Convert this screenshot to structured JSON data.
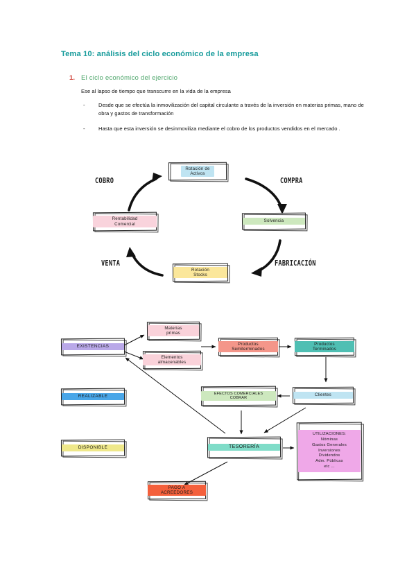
{
  "document": {
    "title": "Tema 10: análisis del ciclo económico de la empresa",
    "title_color": "#179B9B",
    "section_number": "1.",
    "section_number_color": "#D0443C",
    "section_heading": "El ciclo económico del ejercicio",
    "section_heading_color": "#4EA66B",
    "lead": "Ese al lapso de tiempo que transcurre en la vida de la empresa",
    "bullets": [
      {
        "marker": "-",
        "text": "Desde que se efectúa la inmovilización del capital circulante a través de la inversión en materias primas, mano de obra y gastos de transformación"
      },
      {
        "marker": "-",
        "text": "Hasta que esta inversión se desinmoviliza mediante el cobro de los productos vendidos en el mercado ."
      }
    ]
  },
  "cycle_diagram": {
    "nodes": [
      {
        "id": "rotacion-activos",
        "label": "Rotación de\nActivos",
        "color": "#BFE4F2"
      },
      {
        "id": "solvencia",
        "label": "Solvencia",
        "color": "#CDE8BE"
      },
      {
        "id": "rotacion-stocks",
        "label": "Rotación\nStocks",
        "color": "#FBE79B"
      },
      {
        "id": "rentabilidad-comercial",
        "label": "Rentabilidad\nComercial",
        "color": "#F9D3DC"
      }
    ],
    "arrow_labels": [
      {
        "id": "cobro",
        "text": "COBRO"
      },
      {
        "id": "compra",
        "text": "COMPRA"
      },
      {
        "id": "fabricacion",
        "text": "FABRICACIÓN"
      },
      {
        "id": "venta",
        "text": "VENTA"
      }
    ]
  },
  "flow_diagram": {
    "nodes": [
      {
        "id": "existencias",
        "label": "EXISTENCIAS",
        "color": "#B9A8E8"
      },
      {
        "id": "materias-primas",
        "label": "Materias\nprimas",
        "color": "#FAD2DA"
      },
      {
        "id": "elementos-almacenables",
        "label": "Elementos\nalmacenables",
        "color": "#FAD2DA"
      },
      {
        "id": "productos-semiterminados",
        "label": "Productos\nSemiterminados",
        "color": "#F4968A"
      },
      {
        "id": "productos-terminados",
        "label": "Productos\nTerminados",
        "color": "#4FBFB3"
      },
      {
        "id": "realizable",
        "label": "REALIZABLE",
        "color": "#49A6E8"
      },
      {
        "id": "efectos-comerciales",
        "label": "EFECTOS COMERCIALES\nCOBRAR",
        "color": "#CDE8BE"
      },
      {
        "id": "clientes",
        "label": "Clientes",
        "color": "#BFE4F2"
      },
      {
        "id": "disponible",
        "label": "DISPONIBLE",
        "color": "#EFE88A"
      },
      {
        "id": "tesoreria",
        "label": "TESORERÍA",
        "color": "#7FDCC8"
      },
      {
        "id": "utilizaciones",
        "label": "UTILIZACIONES:\nNóminas\nGastos Generales\nInversiones\nDividendos\nAdm. Públicas\netc ...",
        "color": "#EFA8E8"
      },
      {
        "id": "pago-acreedores",
        "label": "PAGO A\nACREEDORES",
        "color": "#F4603C"
      }
    ]
  }
}
